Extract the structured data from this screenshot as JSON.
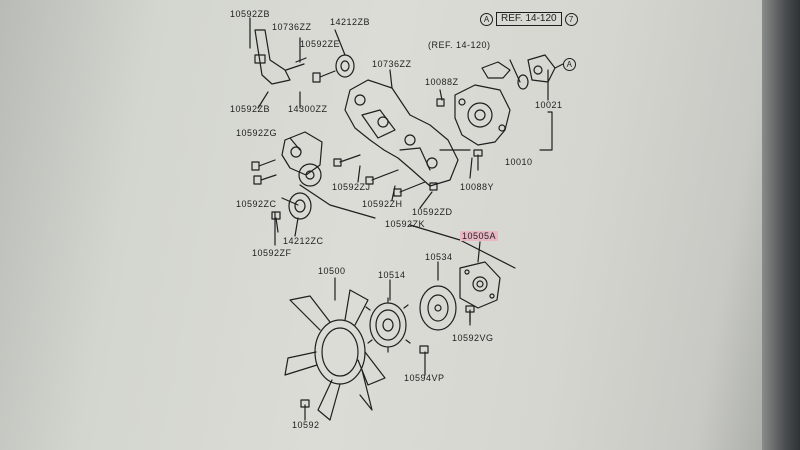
{
  "header": {
    "ref_circle_left": "A",
    "ref_text": "REF. 14-120",
    "ref_circle_right": "7",
    "ref_sub": "(REF. 14-120)",
    "ref_sub_circle": "A"
  },
  "labels": {
    "l_10592zb_top": "10592ZB",
    "l_10736zz_a": "10736ZZ",
    "l_14212zb": "14212ZB",
    "l_10592ze": "10592ZE",
    "l_10736zz_b": "10736ZZ",
    "l_10088z": "10088Z",
    "l_10021": "10021",
    "l_10592zb_bottom": "10592ZB",
    "l_14300zz": "14300ZZ",
    "l_10592zg": "10592ZG",
    "l_10592zj": "10592ZJ",
    "l_10088y": "10088Y",
    "l_10010": "10010",
    "l_10592zc": "10592ZC",
    "l_10592zh": "10592ZH",
    "l_10592zd": "10592ZD",
    "l_10592zk": "10592ZK",
    "l_14212zc": "14212ZC",
    "l_10505a": "10505A",
    "l_10592zf": "10592ZF",
    "l_10500": "10500",
    "l_10514": "10514",
    "l_10534": "10534",
    "l_10592vg": "10592VG",
    "l_10594vp": "10594VP",
    "l_10592": "10592"
  },
  "colors": {
    "ink": "#1e1f1f",
    "highlight": "#e9b7c4"
  }
}
